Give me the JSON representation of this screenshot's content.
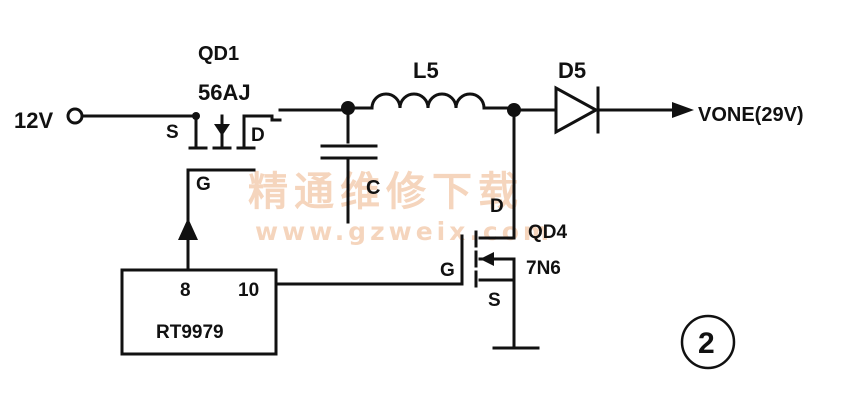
{
  "labels": {
    "input": "12V",
    "qd1_name": "QD1",
    "qd1_part": "56AJ",
    "qd1_s": "S",
    "qd1_d": "D",
    "qd1_g": "G",
    "inductor": "L5",
    "cap": "C",
    "diode": "D5",
    "output": "VONE(29V)",
    "qd4_d": "D",
    "qd4_name": "QD4",
    "qd4_part": "7N6",
    "qd4_g": "G",
    "qd4_s": "S",
    "ic_pin8": "8",
    "ic_pin10": "10",
    "ic_name": "RT9979",
    "figure_number": "②"
  },
  "watermark": {
    "cn": "精通维修下载",
    "url": "www.gzweix.com"
  },
  "colors": {
    "line": "#111111",
    "watermark": "#f2c7a8"
  }
}
